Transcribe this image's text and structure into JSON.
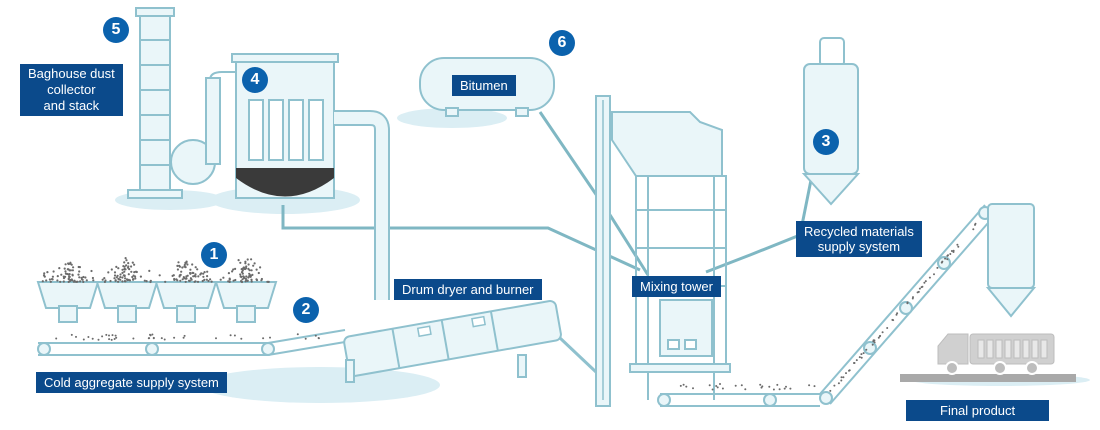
{
  "diagram": {
    "colors": {
      "outline": "#8fc1ce",
      "fill": "#eaf6f9",
      "ground": "#dbeef4",
      "connector": "#7fb7c3",
      "label_bg": "#0b4a8b",
      "badge_bg": "#0b62ad",
      "dark_hopper": "#3a3a3a",
      "aggregate": "#6b6b6b"
    },
    "steps": [
      {
        "number": "1",
        "label": "Cold aggregate supply system"
      },
      {
        "number": "2",
        "label": "Drum dryer and burner"
      },
      {
        "number": "3",
        "label": "Recycled materials\nsupply system"
      },
      {
        "number": "4",
        "label": ""
      },
      {
        "number": "5",
        "label": "Baghouse dust\ncollector\nand stack"
      },
      {
        "number": "6",
        "label": "Bitumen"
      }
    ],
    "mixing_tower_label": "Mixing tower",
    "final_product_label": "Final product"
  }
}
